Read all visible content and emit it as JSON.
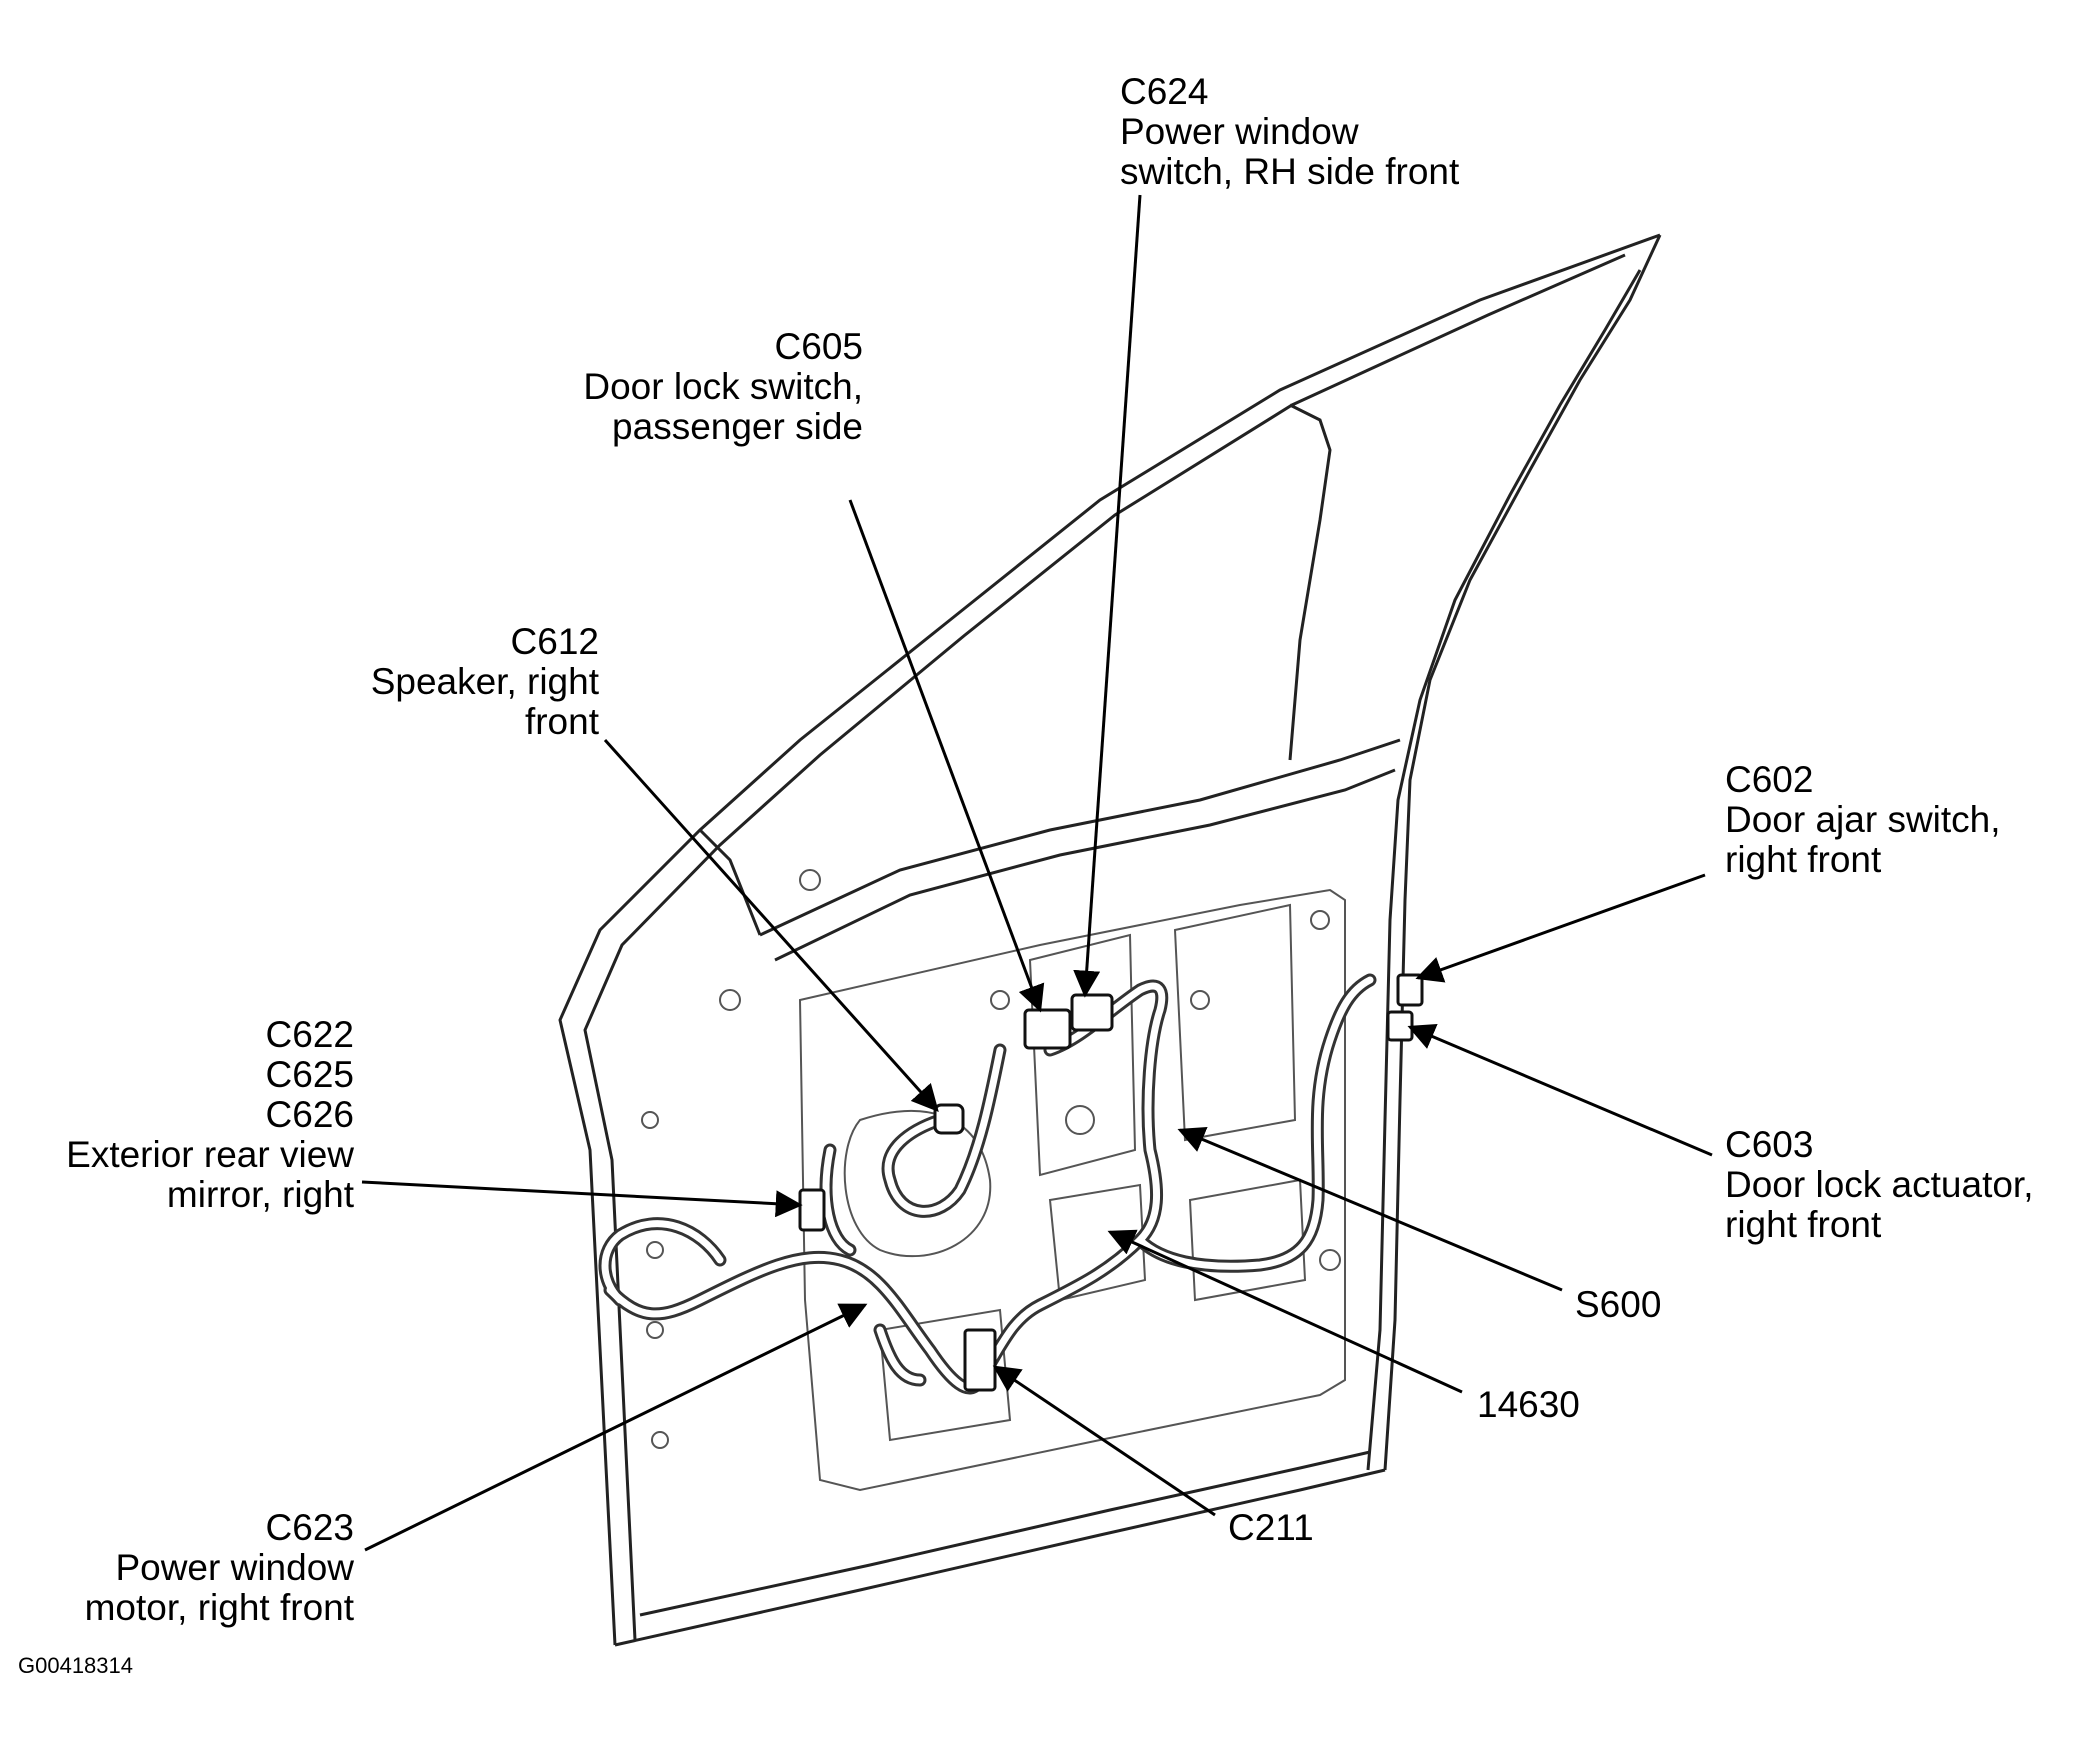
{
  "figure_id": "G00418314",
  "callouts": {
    "c624": {
      "lines": [
        "C624",
        "Power window",
        "switch, RH side front"
      ]
    },
    "c605": {
      "lines": [
        "C605",
        "Door lock switch,",
        "passenger side"
      ]
    },
    "c612": {
      "lines": [
        "C612",
        "Speaker, right",
        "front"
      ]
    },
    "c602": {
      "lines": [
        "C602",
        "Door ajar switch,",
        "right front"
      ]
    },
    "mirror": {
      "lines": [
        "C622",
        "C625",
        "C626",
        "Exterior rear view",
        "mirror, right"
      ]
    },
    "c603": {
      "lines": [
        "C603",
        "Door lock actuator,",
        "right front"
      ]
    },
    "s600": {
      "lines": [
        "S600"
      ]
    },
    "p14630": {
      "lines": [
        "14630"
      ]
    },
    "c623": {
      "lines": [
        "C623",
        "Power window",
        "motor, right front"
      ]
    },
    "c211": {
      "lines": [
        "C211"
      ]
    }
  }
}
